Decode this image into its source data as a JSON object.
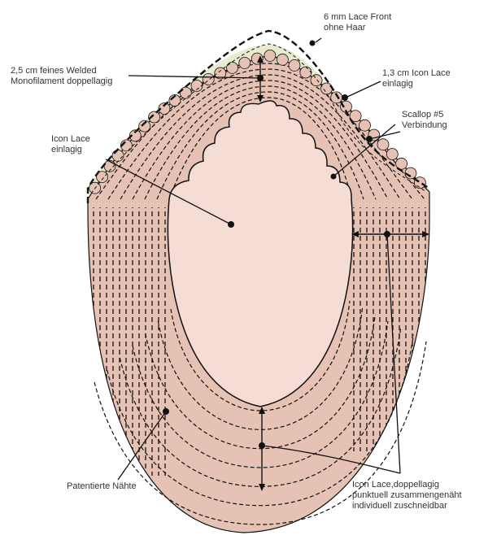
{
  "colors": {
    "front": "#e7eccf",
    "lace": "#e6c2b5",
    "center": "#f5ddd6",
    "line": "#111111",
    "text": "#333333"
  },
  "labels": {
    "front_lace": [
      "6 mm Lace Front",
      "ohne Haar"
    ],
    "welded_mono": [
      "2,5 cm feines Welded",
      "Monofilament doppellagig"
    ],
    "icon_lace_single_top": [
      "1,3 cm Icon Lace",
      "einlagig"
    ],
    "scallop": [
      "Scallop #5",
      "Verbindung"
    ],
    "icon_lace_center": [
      "Icon Lace",
      "einlagig"
    ],
    "patented_seams": [
      "Patentierte Nähte"
    ],
    "icon_lace_double": [
      "Icon Lace,doppellagig",
      "punktuell zusammengenäht",
      "individuell zuschneidbar"
    ]
  }
}
